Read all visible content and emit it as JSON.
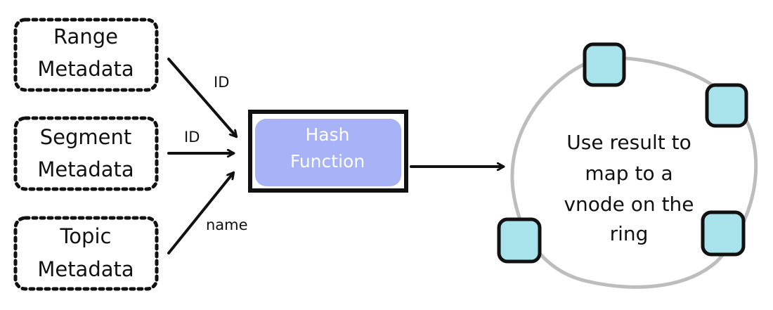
{
  "sources": [
    {
      "id": "range",
      "line1": "Range",
      "line2": "Metadata"
    },
    {
      "id": "segment",
      "line1": "Segment",
      "line2": "Metadata"
    },
    {
      "id": "topic",
      "line1": "Topic",
      "line2": "Metadata"
    }
  ],
  "edges": [
    {
      "label": "ID"
    },
    {
      "label": "ID"
    },
    {
      "label": "name"
    }
  ],
  "hash_function": {
    "line1": "Hash",
    "line2": "Function",
    "fill_color": "#a7b2f7"
  },
  "ring": {
    "lines": [
      "Use result to",
      "map to a",
      "vnode on the",
      "ring"
    ],
    "ring_color": "#bdbdbd",
    "vnode_color": "#a8e2ea",
    "vnode_count": 4
  }
}
